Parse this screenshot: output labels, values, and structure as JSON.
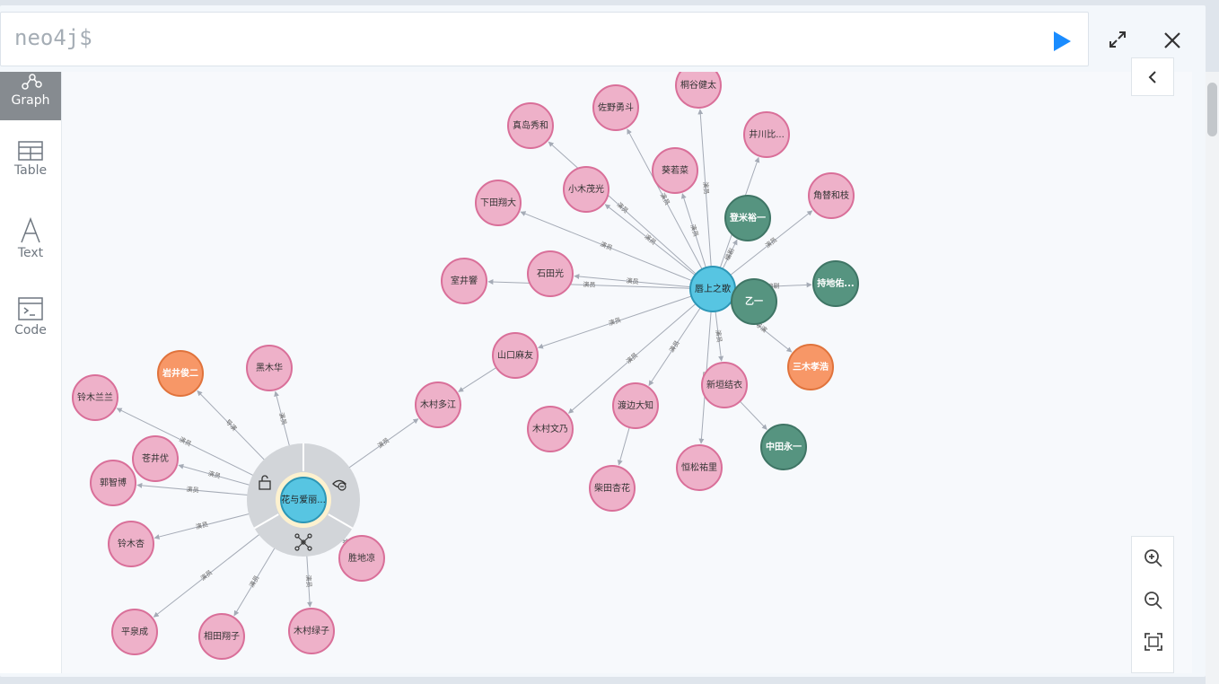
{
  "editor": {
    "prompt": "neo4j$"
  },
  "toolbar": {
    "run": "play-icon",
    "expand": "expand-icon",
    "close": "close-icon"
  },
  "sidebar": {
    "items": [
      {
        "label": "Graph",
        "icon": "graph-icon",
        "active": true
      },
      {
        "label": "Table",
        "icon": "table-icon",
        "active": false
      },
      {
        "label": "Text",
        "icon": "text-icon",
        "active": false
      },
      {
        "label": "Code",
        "icon": "code-icon",
        "active": false
      }
    ]
  },
  "colors": {
    "person": "#eeb1c9",
    "person_stroke": "#d96f99",
    "movie": "#57c5e2",
    "movie_stroke": "#2c96b6",
    "director": "#f79767",
    "director_stroke": "#e0733c",
    "writer": "#569480",
    "writer_stroke": "#3f7565",
    "edge": "#a5abb6"
  },
  "graph": {
    "movies": [
      {
        "id": "m1",
        "name": "唇上之歌"
      },
      {
        "id": "m2",
        "name": "花与爱丽..."
      }
    ],
    "nodes": [
      {
        "id": "p1",
        "name": "桐谷健太",
        "type": "person"
      },
      {
        "id": "p2",
        "name": "佐野勇斗",
        "type": "person"
      },
      {
        "id": "p3",
        "name": "真岛秀和",
        "type": "person"
      },
      {
        "id": "p4",
        "name": "井川比...",
        "type": "person"
      },
      {
        "id": "p5",
        "name": "葵若菜",
        "type": "person"
      },
      {
        "id": "p6",
        "name": "小木茂光",
        "type": "person"
      },
      {
        "id": "p7",
        "name": "角替和枝",
        "type": "person"
      },
      {
        "id": "p8",
        "name": "下田翔大",
        "type": "person"
      },
      {
        "id": "w1",
        "name": "登米裕一",
        "type": "writer"
      },
      {
        "id": "p9",
        "name": "石田光",
        "type": "person"
      },
      {
        "id": "p10",
        "name": "室井響",
        "type": "person"
      },
      {
        "id": "w2",
        "name": "持地佑...",
        "type": "writer"
      },
      {
        "id": "w3",
        "name": "乙一",
        "type": "writer"
      },
      {
        "id": "p11",
        "name": "山口麻友",
        "type": "person"
      },
      {
        "id": "d1",
        "name": "三木孝浩",
        "type": "director"
      },
      {
        "id": "p12",
        "name": "新垣结衣",
        "type": "person"
      },
      {
        "id": "p13",
        "name": "渡边大知",
        "type": "person"
      },
      {
        "id": "p14",
        "name": "木村文乃",
        "type": "person"
      },
      {
        "id": "w4",
        "name": "中田永一",
        "type": "writer"
      },
      {
        "id": "p15",
        "name": "恒松祐里",
        "type": "person"
      },
      {
        "id": "p16",
        "name": "柴田杏花",
        "type": "person"
      },
      {
        "id": "p17",
        "name": "木村多江",
        "type": "person"
      },
      {
        "id": "d2",
        "name": "岩井俊二",
        "type": "director"
      },
      {
        "id": "p18",
        "name": "黑木华",
        "type": "person"
      },
      {
        "id": "p19",
        "name": "铃木兰兰",
        "type": "person"
      },
      {
        "id": "p20",
        "name": "苍井优",
        "type": "person"
      },
      {
        "id": "p21",
        "name": "郭智博",
        "type": "person"
      },
      {
        "id": "p22",
        "name": "铃木杏",
        "type": "person"
      },
      {
        "id": "p23",
        "name": "胜地凉",
        "type": "person"
      },
      {
        "id": "p24",
        "name": "平泉成",
        "type": "person"
      },
      {
        "id": "p25",
        "name": "相田翔子",
        "type": "person"
      },
      {
        "id": "p26",
        "name": "木村绿子",
        "type": "person"
      }
    ],
    "relation_labels": {
      "acted": "演员",
      "wrote": "编剧",
      "directed": "导演"
    },
    "edges": [
      {
        "from": "m1",
        "to": "p1",
        "rel": "acted"
      },
      {
        "from": "m1",
        "to": "p2",
        "rel": "acted"
      },
      {
        "from": "m1",
        "to": "p3",
        "rel": "acted"
      },
      {
        "from": "m1",
        "to": "p4",
        "rel": "acted"
      },
      {
        "from": "m1",
        "to": "p5",
        "rel": "acted"
      },
      {
        "from": "m1",
        "to": "p6",
        "rel": "acted"
      },
      {
        "from": "m1",
        "to": "p7",
        "rel": "acted"
      },
      {
        "from": "m1",
        "to": "p8",
        "rel": "acted"
      },
      {
        "from": "m1",
        "to": "w1",
        "rel": "wrote"
      },
      {
        "from": "m1",
        "to": "p9",
        "rel": "acted"
      },
      {
        "from": "m1",
        "to": "p10",
        "rel": "acted"
      },
      {
        "from": "m1",
        "to": "w2",
        "rel": "wrote"
      },
      {
        "from": "m1",
        "to": "w3",
        "rel": "wrote"
      },
      {
        "from": "m1",
        "to": "p11",
        "rel": "acted"
      },
      {
        "from": "m1",
        "to": "d1",
        "rel": "directed"
      },
      {
        "from": "m1",
        "to": "p12",
        "rel": "acted"
      },
      {
        "from": "m1",
        "to": "p13",
        "rel": "acted"
      },
      {
        "from": "m1",
        "to": "p14",
        "rel": "acted"
      },
      {
        "from": "m1",
        "to": "p15",
        "rel": "acted"
      },
      {
        "from": "p13",
        "to": "p16",
        "rel": ""
      },
      {
        "from": "p12",
        "to": "w4",
        "rel": ""
      },
      {
        "from": "p11",
        "to": "p17",
        "rel": ""
      },
      {
        "from": "m2",
        "to": "p17",
        "rel": "acted"
      },
      {
        "from": "m2",
        "to": "d2",
        "rel": "directed"
      },
      {
        "from": "m2",
        "to": "p18",
        "rel": "acted"
      },
      {
        "from": "m2",
        "to": "p19",
        "rel": "acted"
      },
      {
        "from": "m2",
        "to": "p20",
        "rel": "acted"
      },
      {
        "from": "m2",
        "to": "p21",
        "rel": "acted"
      },
      {
        "from": "m2",
        "to": "p22",
        "rel": "acted"
      },
      {
        "from": "m2",
        "to": "p23",
        "rel": "acted"
      },
      {
        "from": "m2",
        "to": "p24",
        "rel": "acted"
      },
      {
        "from": "m2",
        "to": "p25",
        "rel": "acted"
      },
      {
        "from": "m2",
        "to": "p26",
        "rel": "acted"
      }
    ]
  },
  "ring_menu": {
    "lock": "unlock-icon",
    "hide": "eye-slash-icon",
    "expand": "expand-neighbors-icon"
  },
  "zoom": {
    "in": "zoom-in-icon",
    "out": "zoom-out-icon",
    "fit": "fit-icon"
  },
  "panel": {
    "collapse": "chevron-left-icon"
  }
}
